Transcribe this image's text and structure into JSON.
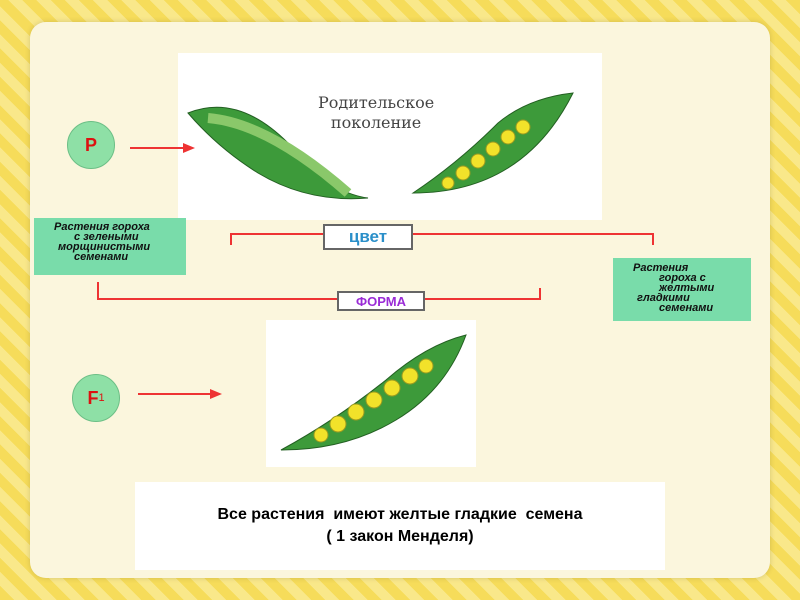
{
  "parent": {
    "symbol": "P",
    "caption_line1": "Родительское",
    "caption_line2": "поколение"
  },
  "f1": {
    "symbol": "F",
    "subscript": "1"
  },
  "left_box": {
    "lines": [
      "Растения гороха",
      "с зелеными",
      "морщинистыми",
      "семенами"
    ]
  },
  "right_box": {
    "lines": [
      "Растения",
      "гороха с",
      "желтыми",
      "гладкими",
      "семенами"
    ]
  },
  "color_label": "цвет",
  "shape_label": "ФОРМА",
  "result": {
    "line1": "Все растения  имеют желтые гладкие  семена",
    "line2": "( 1 закон Менделя)"
  },
  "colors": {
    "arrow": "#e33",
    "box": "#79dcaa",
    "color_text": "#2a8fc9",
    "shape_text": "#9a2bd6"
  }
}
